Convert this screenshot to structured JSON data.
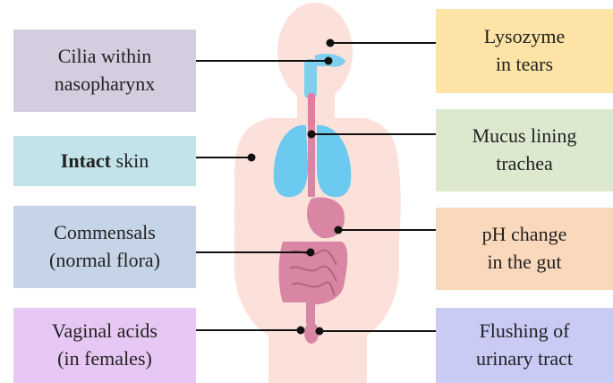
{
  "colors": {
    "body_silhouette": "#fbe1d9",
    "airway": "#7fd0ef",
    "lungs": "#6cc9ef",
    "digestive": "#d886a4",
    "digestive_dark": "#b9607f",
    "connector": "#111111",
    "box_cilia": "#d6cce0",
    "box_skin": "#c3e3ea",
    "box_commensals": "#c5d4e7",
    "box_vaginal": "#e7c7f3",
    "box_lysozyme": "#fde3a6",
    "box_mucus": "#dce9cf",
    "box_ph": "#f9d8bc",
    "box_flushing": "#c9cbf4"
  },
  "labels": {
    "cilia": {
      "lines": [
        "Cilia within",
        "nasopharynx"
      ]
    },
    "skin": {
      "bold": "Intact",
      "rest": " skin"
    },
    "commensals": {
      "lines": [
        "Commensals",
        "(normal flora)"
      ]
    },
    "vaginal": {
      "lines": [
        "Vaginal acids",
        "(in females)"
      ]
    },
    "lysozyme": {
      "lines": [
        "Lysozyme",
        "in tears"
      ]
    },
    "mucus": {
      "lines": [
        "Mucus lining",
        "trachea"
      ]
    },
    "ph": {
      "lines": [
        "pH change",
        "in the gut"
      ]
    },
    "flushing": {
      "lines": [
        "Flushing of",
        "urinary tract"
      ]
    }
  }
}
